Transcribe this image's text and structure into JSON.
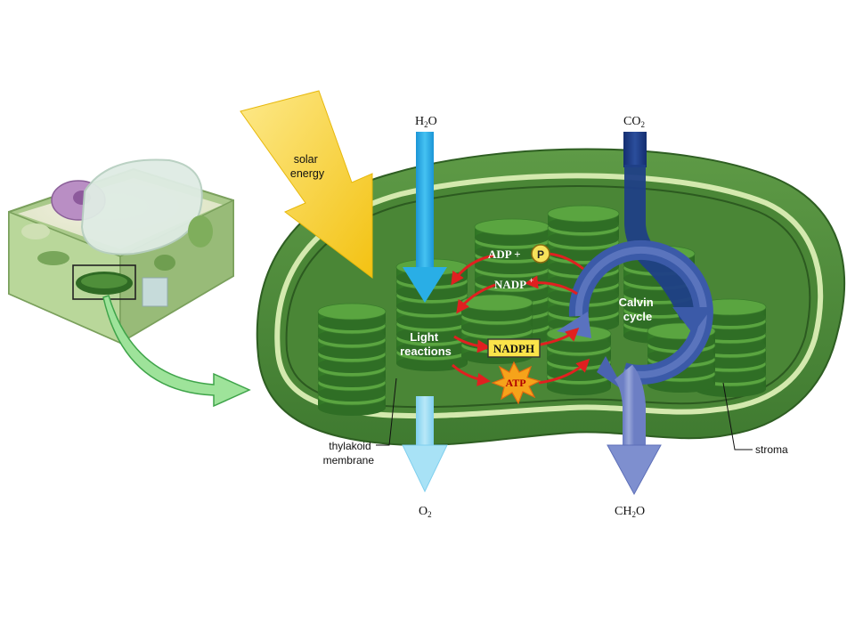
{
  "labels": {
    "h2o": {
      "main": "H",
      "sub": "2",
      "tail": "O"
    },
    "co2": {
      "main": "CO",
      "sub": "2"
    },
    "o2": {
      "main": "O",
      "sub": "2"
    },
    "ch2o": {
      "main": "CH",
      "sub": "2",
      "tail": "O"
    },
    "solar_line1": "solar",
    "solar_line2": "energy",
    "adp": "ADP +",
    "phosphate": "P",
    "nadp": "NADP",
    "nadp_charge": "+",
    "nadph": "NADPH",
    "atp": "ATP",
    "light_line1": "Light",
    "light_line2": "reactions",
    "calvin_line1": "Calvin",
    "calvin_line2": "cycle",
    "thylakoid_line1": "thylakoid",
    "thylakoid_line2": "membrane",
    "stroma": "stroma"
  },
  "colors": {
    "chloroplast_outer": "#4f8a3a",
    "chloroplast_inner": "#2f6a26",
    "membrane": "#c8e0a0",
    "stroma_fill": "#4c8a38",
    "granum": "#3d8a2e",
    "granum_top": "#5aa540",
    "light_blue_arrow": "#29aee6",
    "light_blue_pale": "#8fd6f0",
    "dark_blue_arrow": "#1f3f86",
    "calvin_arrow": "#4a63b0",
    "red_arrow": "#e02020",
    "sun_arrow": "#f5cc1a",
    "nadph_box": "#fbe44a",
    "atp_burst": "#f6a31a"
  }
}
